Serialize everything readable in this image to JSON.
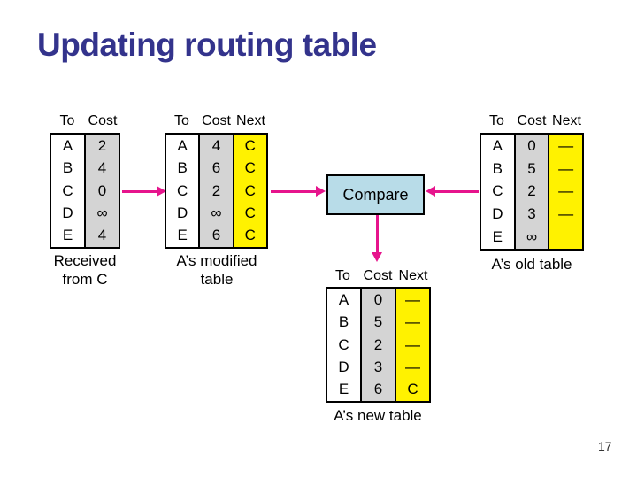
{
  "slide": {
    "title": "Updating routing table",
    "page_number": "17"
  },
  "colors": {
    "title_text": "#33338C",
    "arrow": "#E6148C",
    "compare_fill": "#B8DCE8",
    "cost_column": "#D4D4D4",
    "next_column": "#FFF200",
    "table_border": "#000000"
  },
  "compare_box": {
    "label": "Compare"
  },
  "tables": {
    "received": {
      "headers": [
        "To",
        "Cost"
      ],
      "rows": [
        [
          "A",
          "2"
        ],
        [
          "B",
          "4"
        ],
        [
          "C",
          "0"
        ],
        [
          "D",
          "∞"
        ],
        [
          "E",
          "4"
        ]
      ],
      "caption_lines": [
        "Received",
        "from C"
      ]
    },
    "modified": {
      "headers": [
        "To",
        "Cost",
        "Next"
      ],
      "rows": [
        [
          "A",
          "4",
          "C"
        ],
        [
          "B",
          "6",
          "C"
        ],
        [
          "C",
          "2",
          "C"
        ],
        [
          "D",
          "∞",
          "C"
        ],
        [
          "E",
          "6",
          "C"
        ]
      ],
      "caption_lines": [
        "A’s modified",
        "table"
      ]
    },
    "old": {
      "headers": [
        "To",
        "Cost",
        "Next"
      ],
      "rows": [
        [
          "A",
          "0",
          "—"
        ],
        [
          "B",
          "5",
          "—"
        ],
        [
          "C",
          "2",
          "—"
        ],
        [
          "D",
          "3",
          "—"
        ],
        [
          "E",
          "∞",
          ""
        ]
      ],
      "caption_lines": [
        "A’s old table"
      ]
    },
    "new": {
      "headers": [
        "To",
        "Cost",
        "Next"
      ],
      "rows": [
        [
          "A",
          "0",
          "—"
        ],
        [
          "B",
          "5",
          "—"
        ],
        [
          "C",
          "2",
          "—"
        ],
        [
          "D",
          "3",
          "—"
        ],
        [
          "E",
          "6",
          "C"
        ]
      ],
      "caption_lines": [
        "A’s new table"
      ]
    }
  }
}
